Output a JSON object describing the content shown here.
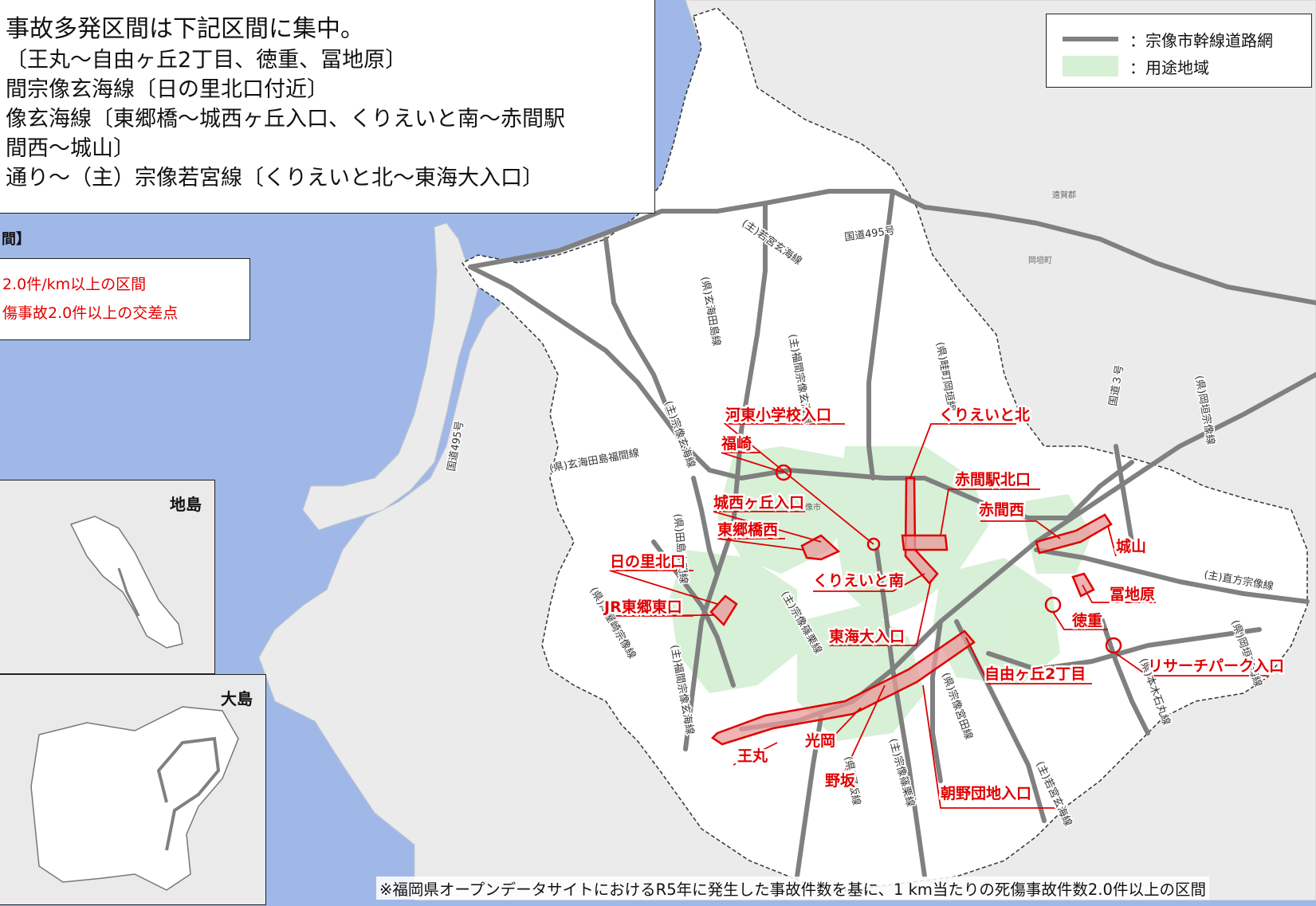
{
  "summary": {
    "lead": "事故多発区間は下記区間に集中。",
    "lines": [
      "〔王丸～自由ヶ丘2丁目、徳重、冨地原〕",
      "間宗像玄海線〔日の里北口付近〕",
      "像玄海線〔東郷橋～城西ヶ丘入口、くりえいと南～赤間駅",
      "間西～城山〕",
      "通り～（主）宗像若宮線〔くりえいと北～東海大入口〕"
    ]
  },
  "section_head": "間】",
  "criteria": {
    "segment_text": "2.0件/km以上の区間",
    "intersection_text": "傷事故2.0件以上の交差点"
  },
  "legend": {
    "road_swatch_color": "#808080",
    "road_label": "：宗像市幹線道路網",
    "zone_swatch_color": "#d5f0d5",
    "zone_label": "：用途地域"
  },
  "colors": {
    "sea": "#9fb8e8",
    "land": "#ebebeb",
    "city": "#ffffff",
    "zone": "#d5f0d5",
    "road": "#808080",
    "hotspot": "#e00000",
    "hotspot_fill": "#e89a9a"
  },
  "insets": {
    "jishima_title": "地島",
    "oshima_title": "大島"
  },
  "locations": {
    "kawahigashi": "河東小学校入口",
    "fukuzaki": "福崎",
    "kurieito_kita": "くりえいと北",
    "akama_eki_kitaguchi": "赤間駅北口",
    "josaigaoka": "城西ヶ丘入口",
    "akamanishi": "赤間西",
    "togobashi_nishi": "東郷橋西",
    "shiroyama": "城山",
    "hinosato": "日の里北口",
    "kurieito_minami": "くりえいと南",
    "fujiwara": "冨地原",
    "jr_togo": "JR東郷東口",
    "tokushige": "徳重",
    "tokai": "東海大入口",
    "jiyugaoka": "自由ヶ丘2丁目",
    "research_park": "リサーチパーク入口",
    "omaru": "王丸",
    "mitsuoka": "光岡",
    "nosaka": "野坂",
    "asano": "朝野団地入口"
  },
  "roads": {
    "wakamiya_genkai": "(主)若宮玄海線",
    "route495_east": "国道495号",
    "genkai_tashima": "(県)玄海田島線",
    "fukuma_genkai_n": "(主)福間宗像玄海線",
    "mutashima": "(県)畦町岡垣線",
    "munakata_genkai": "(主)宗像玄海線",
    "genkai_fukuma": "(県)玄海田島福間線",
    "route495_west": "国道495号",
    "tashima_akama": "(県)田島赤間線",
    "route3": "国道３号",
    "okagaki_munakata": "(県)岡垣宗像線",
    "naokata": "(主)直方宗像線",
    "tsuya_munakata": "(県)津屋崎宗像線",
    "munakata_sasaguri": "(主)宗像篠栗線",
    "fukuma_genkai_s": "(主)福間宗像玄海線",
    "okagaki_chikuho": "(県)岡垣玄海線",
    "ishimaru": "(県)本木石丸線",
    "munakata_miyata": "(県)宗像宮田線",
    "sasaguri_s": "(主)宗像篠栗線",
    "wakamiya_s": "(主)若宮玄海線",
    "nosaka_road": "(県)野坂線"
  },
  "footnote": "※福岡県オープンデータサイトにおけるR5年に発生した事故件数を基に、1 km当たりの死傷事故件数2.0件以上の区間"
}
